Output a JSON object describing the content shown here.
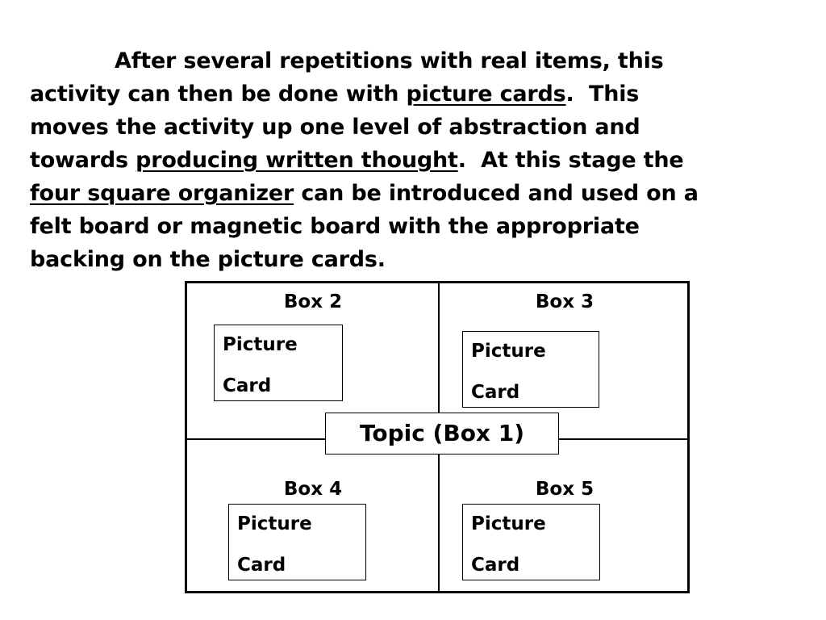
{
  "paragraph": {
    "line1": "After several repetitions with real items, this",
    "line2_pre": "activity can then be done with ",
    "line2_link": "picture cards",
    "line2_post": ".  This",
    "line3": "moves the activity up one level of abstraction and",
    "line4_pre": "towards ",
    "line4_link": "producing written thought",
    "line4_post": ".  At this stage the",
    "line5_link": "four square organizer",
    "line5_post": " can be introduced and used on a",
    "line6": "felt board or magnetic board with the appropriate",
    "line7": "backing on the picture cards."
  },
  "organizer": {
    "topic": "Topic (Box 1)",
    "boxes": [
      {
        "label": "Box 2",
        "card_line1": "Picture",
        "card_line2": "Card"
      },
      {
        "label": "Box 3",
        "card_line1": "Picture",
        "card_line2": "Card"
      },
      {
        "label": "Box 4",
        "card_line1": "Picture",
        "card_line2": "Card"
      },
      {
        "label": "Box 5",
        "card_line1": "Picture",
        "card_line2": "Card"
      }
    ]
  }
}
